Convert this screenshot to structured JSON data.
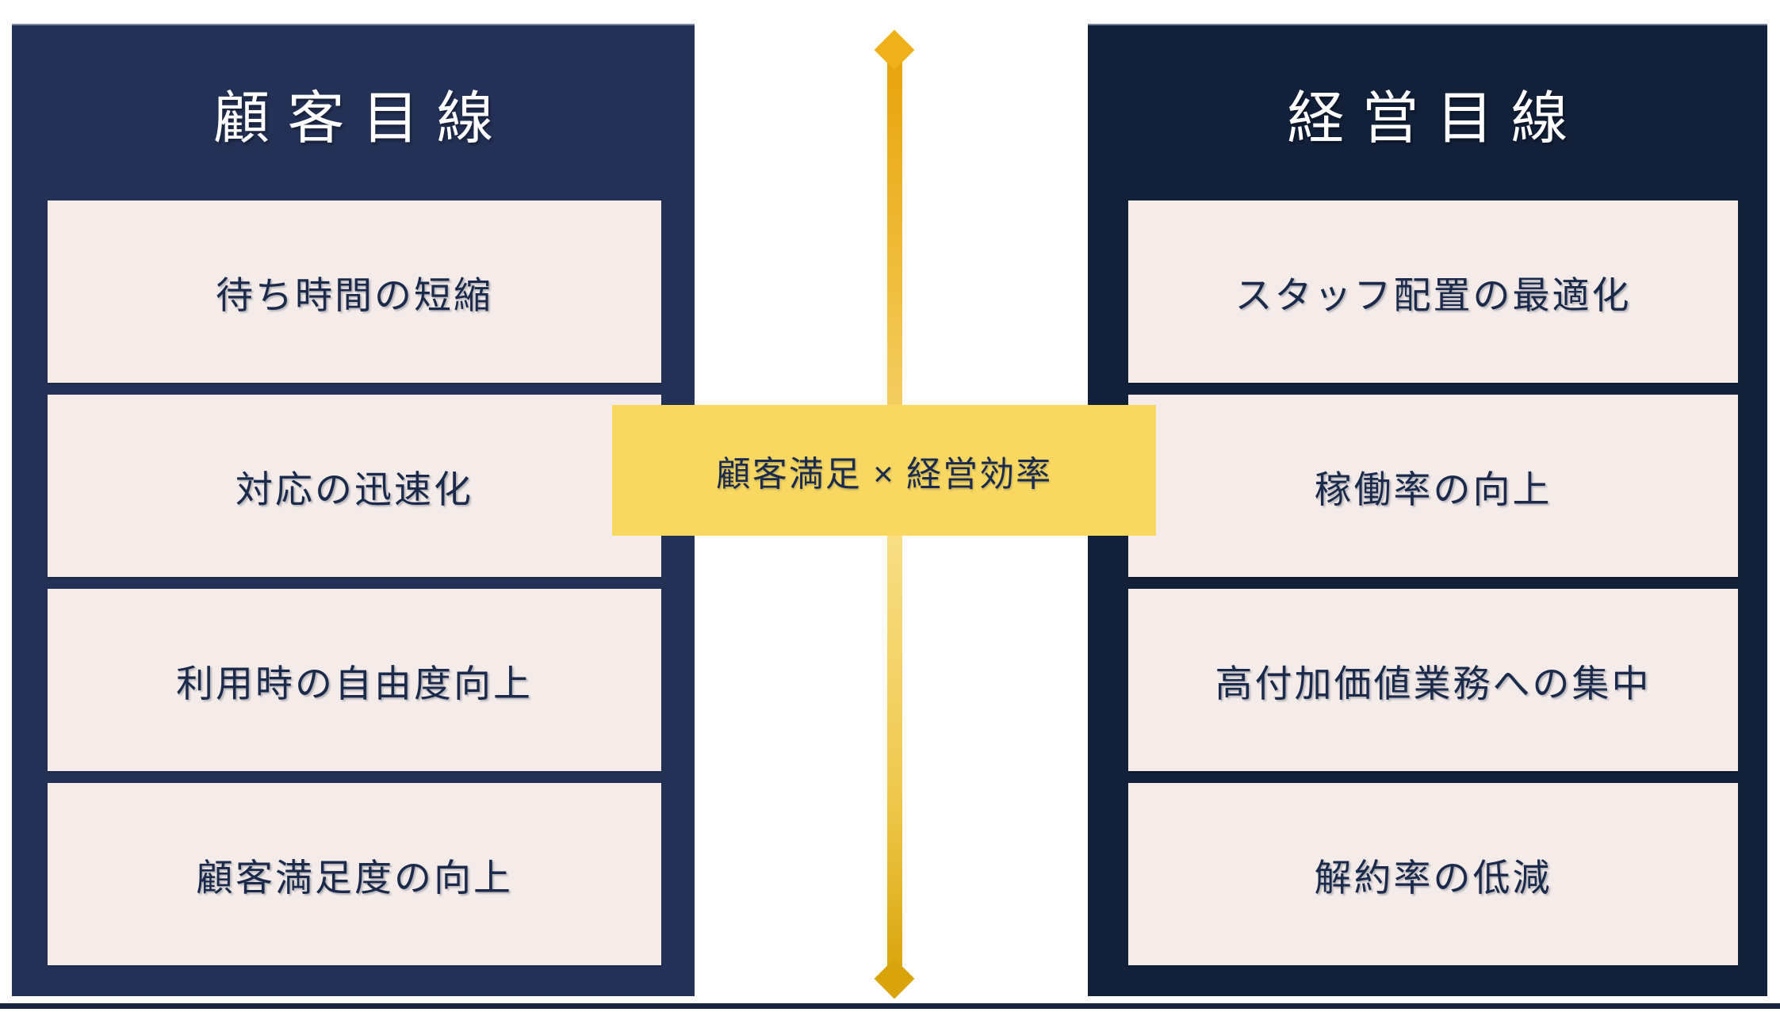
{
  "columns": [
    {
      "title": "顧客目線",
      "items": [
        "待ち時間の短縮",
        "対応の迅速化",
        "利用時の自由度向上",
        "顧客満足度の向上"
      ]
    },
    {
      "title": "経営目線",
      "items": [
        "スタッフ配置の最適化",
        "稼働率の向上",
        "高付加価値業務への集中",
        "解約率の低減"
      ]
    }
  ],
  "banner": {
    "label": "顧客満足 × 経営効率"
  },
  "icons": {
    "top_connector_cap": "diamond-icon",
    "bottom_connector_cap": "diamond-icon"
  },
  "colors": {
    "customer_column_bg": "#243156",
    "management_column_bg": "#12203A",
    "card_bg": "#F5ECE9",
    "card_text": "#1B2A4A",
    "header_text": "#FFFFFF",
    "banner_bg": "#F8D860",
    "banner_text": "#1C2B4B",
    "connector_gradient_top": "#E8A30A",
    "connector_gradient_middle": "#F8DE85",
    "connector_gradient_bottom": "#D9A40B",
    "diamond_top": "#EEB11B",
    "diamond_bottom": "#D9A40B",
    "bottom_rule": "#16243E"
  }
}
